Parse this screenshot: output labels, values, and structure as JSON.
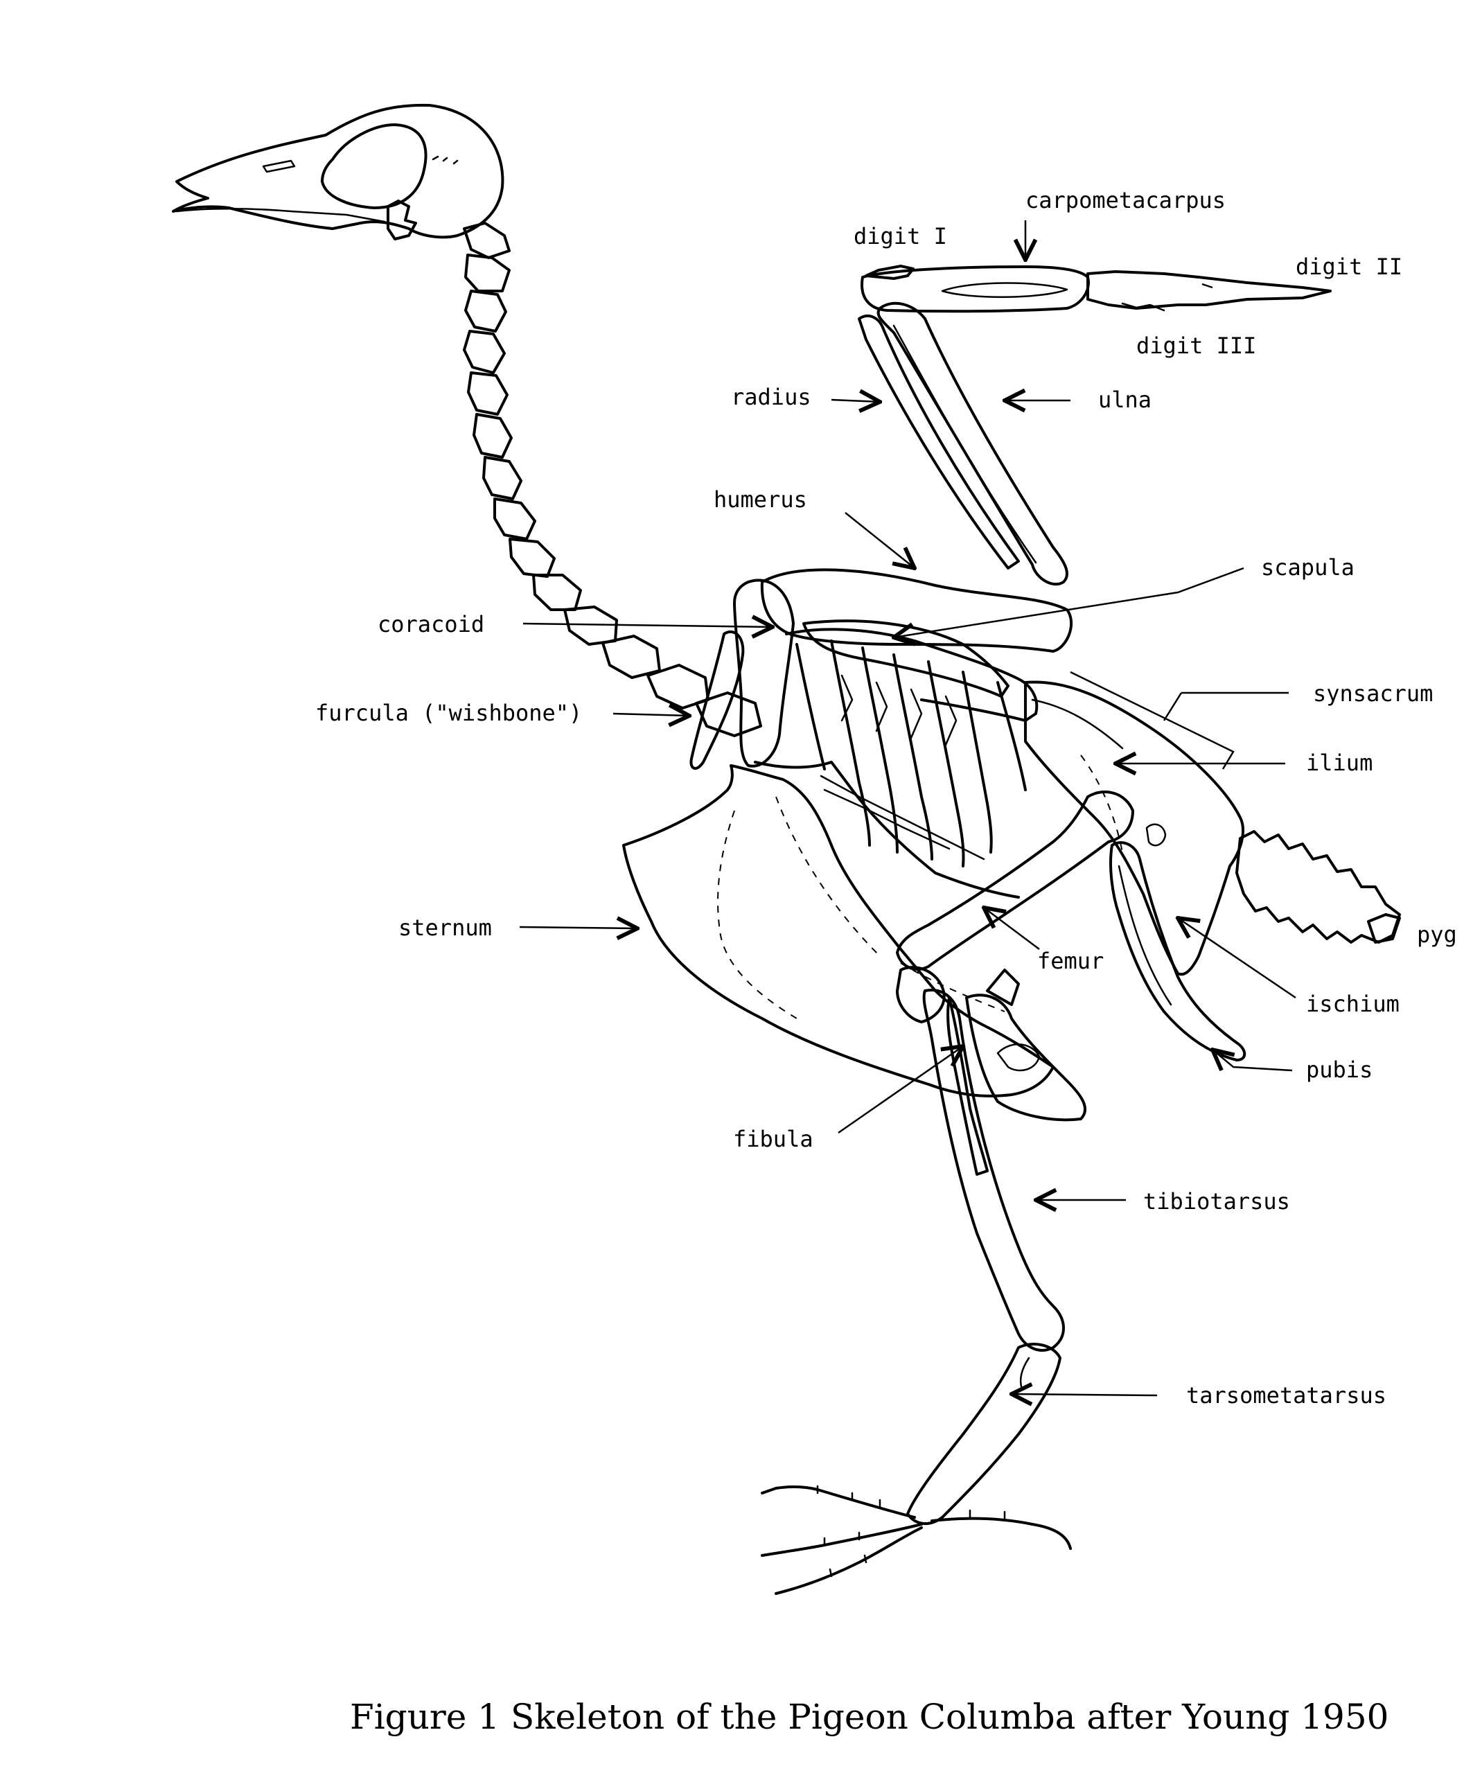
{
  "labels": {
    "carpometacarpus": "carpometacarpus",
    "digit_i": "digit I",
    "digit_ii": "digit II",
    "digit_iii": "digit III",
    "radius": "radius",
    "ulna": "ulna",
    "humerus": "humerus",
    "scapula": "scapula",
    "coracoid": "coracoid",
    "furcula": "furcula (\"wishbone\")",
    "synsacrum": "synsacrum",
    "ilium": "ilium",
    "pygostyle": "pyg",
    "sternum": "sternum",
    "femur": "femur",
    "ischium": "ischium",
    "pubis": "pubis",
    "fibula": "fibula",
    "tibiotarsus": "tibiotarsus",
    "tarsometatarsus": "tarsometatarsus"
  },
  "caption": "Figure 1  Skeleton of the Pigeon Columba after Young 1950"
}
